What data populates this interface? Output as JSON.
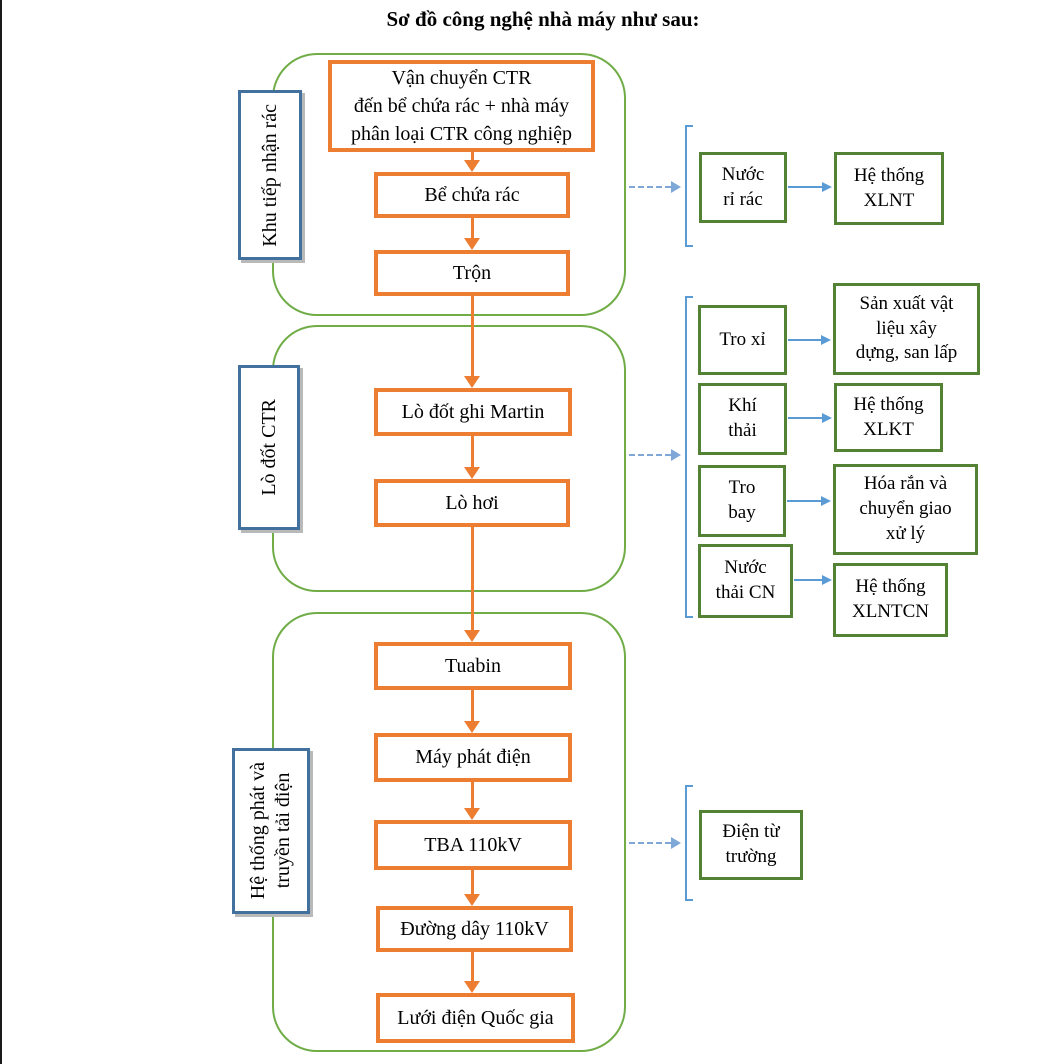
{
  "title": "Sơ đồ công nghệ nhà máy như sau:",
  "colors": {
    "orange": "#ED7D31",
    "container_green": "#70AD47",
    "box_green": "#548235",
    "label_blue": "#41719C",
    "arrow_blue": "#5B9BD5",
    "dashed_blue": "#7FA8D9",
    "text": "#000000",
    "edge_artifact": "#1A1A1A"
  },
  "sections": [
    {
      "label": "Khu tiếp nhận rác"
    },
    {
      "label": "Lò đốt CTR"
    },
    {
      "label": "Hệ thống phát và\ntruyền tải điện"
    }
  ],
  "process": {
    "van_chuyen": "Vận chuyển CTR\nđến bể chứa rác + nhà máy\nphân loại CTR công nghiệp",
    "be_chua_rac": "Bể chứa rác",
    "tron": "Trộn",
    "lo_dot_ghi_martin": "Lò đốt ghi Martin",
    "lo_hoi": "Lò hơi",
    "tuabin": "Tuabin",
    "may_phat_dien": "Máy phát điện",
    "tba_110kv": "TBA 110kV",
    "duong_day_110kv": "Đường dây 110kV",
    "luoi_dien_quoc_gia": "Lưới điện Quốc gia"
  },
  "outputs": {
    "nuoc_ri_rac": "Nước\nrỉ rác",
    "he_thong_xlnt": "Hệ thống\nXLNT",
    "tro_xi": "Tro xỉ",
    "san_xuat_vlxd": "Sản xuất vật\nliệu xây\ndựng, san lấp",
    "khi_thai": "Khí\nthải",
    "he_thong_xlkt": "Hệ thống\nXLKT",
    "tro_bay": "Tro\nbay",
    "hoa_ran": "Hóa rắn và\nchuyển giao\nxử lý",
    "nuoc_thai_cn": "Nước\nthải CN",
    "he_thong_xlntcn": "Hệ thống\nXLNTCN",
    "dien_tu_truong": "Điện từ\ntrường"
  }
}
